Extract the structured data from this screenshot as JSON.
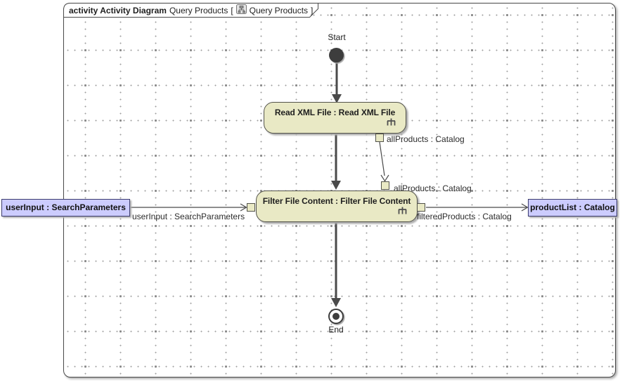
{
  "frame": {
    "kind_label": "activity Activity Diagram",
    "diagram_name": "Query Products",
    "bracket_open": "[",
    "bracket_close": "]",
    "ref_name": "Query Products"
  },
  "nodes": {
    "start_label": "Start",
    "end_label": "End",
    "read_xml_label": "Read XML File : Read XML File",
    "filter_label": "Filter File Content : Filter File Content",
    "param_user_input_label": "userInput : SearchParameters",
    "param_product_list_label": "productList : Catalog"
  },
  "pin_labels": {
    "read_output": "allProducts : Catalog",
    "filter_input_top": "allProducts : Catalog"
  },
  "edge_labels": {
    "user_input_flow": "userInput : SearchParameters",
    "filtered_products_flow": "filteredProducts : Catalog"
  },
  "icons": {
    "tab_icon": "activity-diagram-icon",
    "action_icon": "rake-icon"
  },
  "colors": {
    "action_fill": "#e9e9c5",
    "action_border": "#52524a",
    "param_fill": "#ccccfe",
    "param_border": "#3c3c6e",
    "flow": "#4a4a4a",
    "grid_dot": "#a0a0a0",
    "frame_border": "#4a4a4a"
  }
}
